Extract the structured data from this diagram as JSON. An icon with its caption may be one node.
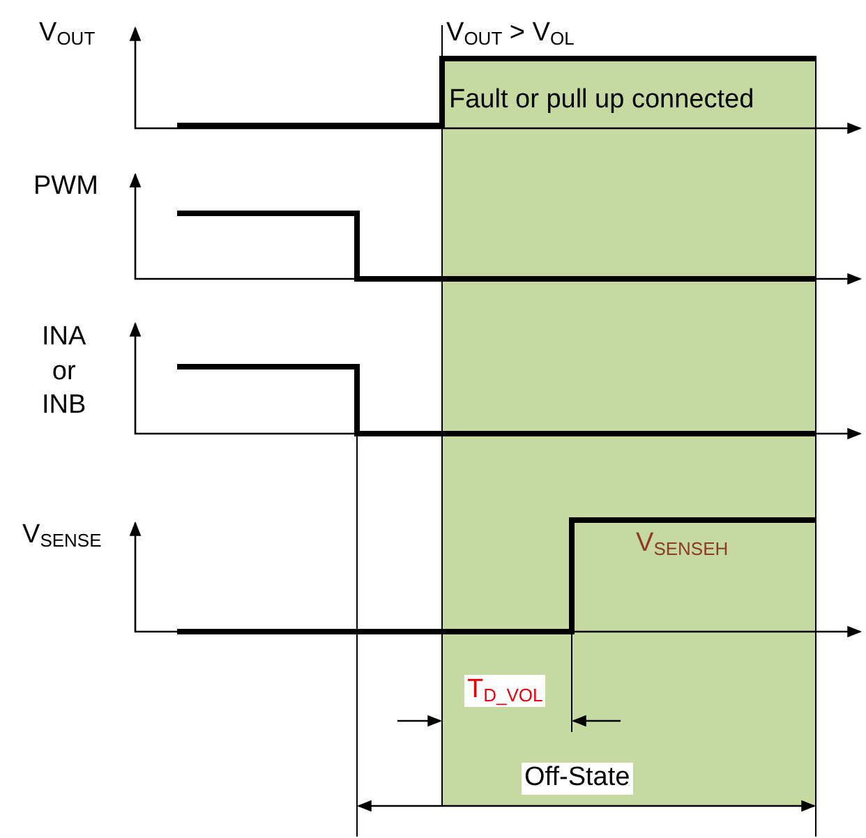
{
  "diagram": {
    "labels": [
      "V$_{OUT}$",
      "V$_{OUT}$ > V$_{OL}$",
      "Fault or pull up connected",
      "PWM",
      "INA or INB",
      "V$_{SENSE}$",
      "V$_{SENSEH}$",
      "T$_{D_VOL}$",
      "Off-State"
    ]
  }
}
